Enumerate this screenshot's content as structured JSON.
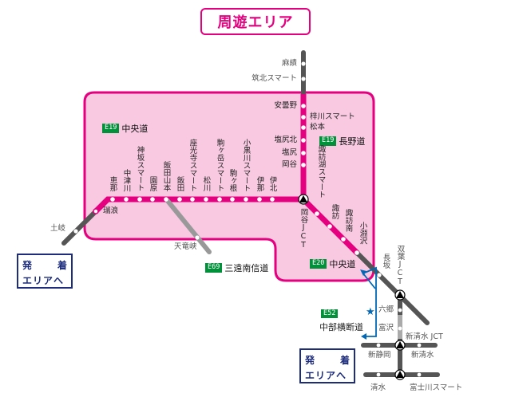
{
  "title": "周遊エリア",
  "colors": {
    "area_fill": "#f8c9e1",
    "area_border": "#e4007f",
    "route_in_area": "#e4007f",
    "route_outside": "#555555",
    "route_light": "#9e9e9e",
    "badge_green": "#00913a",
    "depart_blue": "#1d2d7c",
    "arrow_blue": "#0068b7"
  },
  "routes": {
    "chuo_e19": {
      "badge": "E19",
      "name": "中央道"
    },
    "nagano_e19": {
      "badge": "E19",
      "name": "長野道"
    },
    "chuo_e20": {
      "badge": "E20",
      "name": "中央道"
    },
    "sanen_e69": {
      "badge": "E69",
      "name": "三遠南信道"
    },
    "chubu_e52": {
      "badge": "E52",
      "name": "中部横断道"
    }
  },
  "stations": {
    "nagano_north": [
      "麻績",
      "筑北スマート"
    ],
    "nagano_west": [
      "安曇野",
      "塩尻北",
      "塩尻",
      "岡谷"
    ],
    "nagano_east": [
      "梓川スマート",
      "松本"
    ],
    "chuo_west": [
      "恵那",
      "中津川",
      "神坂スマート",
      "園原",
      "飯田山本",
      "飯田",
      "座光寺スマート",
      "松川",
      "駒ヶ岳スマート",
      "駒ヶ根",
      "小黒川スマート",
      "伊那",
      "伊北"
    ],
    "mizunami": "瑞浪",
    "toki": "土岐",
    "tenryukyo": "天竜峡",
    "okaya_jct": "岡谷JCT",
    "chuo_east": [
      "諏訪湖スマート",
      "諏訪",
      "諏訪南",
      "小淵沢"
    ],
    "nagasaka": "長坂",
    "futaba_jct": "双葉JCT",
    "chubu_stations": [
      "六郷",
      "富沢"
    ],
    "shinshimizu_jct": "新清水 JCT",
    "shinshizuoka": "新静岡",
    "shinshimizu": "新清水",
    "shimizu": "清水",
    "fujikawa_smart": "富士川スマート"
  },
  "depart_boxes": [
    {
      "line1a": "発",
      "line1b": "着",
      "line2": "エリアへ"
    },
    {
      "line1a": "発",
      "line1b": "着",
      "line2": "エリアへ"
    }
  ],
  "icons": {
    "jct": "triangle-jct-icon",
    "ic": "white-dot-ic-icon",
    "star": "star-icon",
    "arrow": "blue-arrow-icon"
  }
}
